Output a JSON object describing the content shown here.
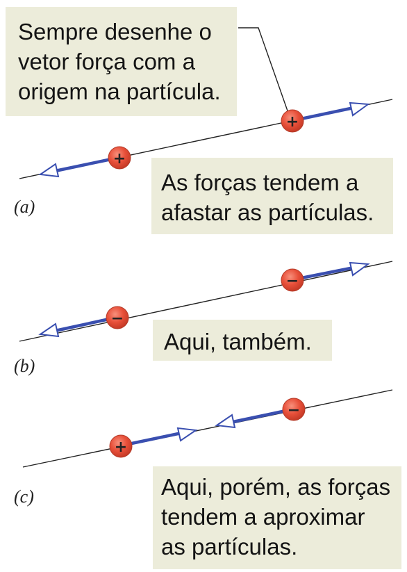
{
  "notes": {
    "tail_rule": {
      "line1": "Sempre desenhe o",
      "line2": "vetor força com a",
      "line3": "origem na partícula."
    },
    "panel_a": {
      "line1": "As forças tendem a",
      "line2": "afastar as partículas."
    },
    "panel_b": {
      "line1": "Aqui, também."
    },
    "panel_c": {
      "line1": "Aqui, porém, as forças",
      "line2": "tendem a aproximar",
      "line3": "as partículas."
    }
  },
  "panel_labels": {
    "a": "(a)",
    "b": "(b)",
    "c": "(c)"
  },
  "charges": {
    "a_left": "+",
    "a_right": "+",
    "b_left": "−",
    "b_right": "−",
    "c_left": "+",
    "c_right": "−"
  },
  "colors": {
    "note_background": "#ececda",
    "charge_fill": "#e8503a",
    "force_arrow": "#3a4fb0",
    "axis_line": "#222222"
  }
}
